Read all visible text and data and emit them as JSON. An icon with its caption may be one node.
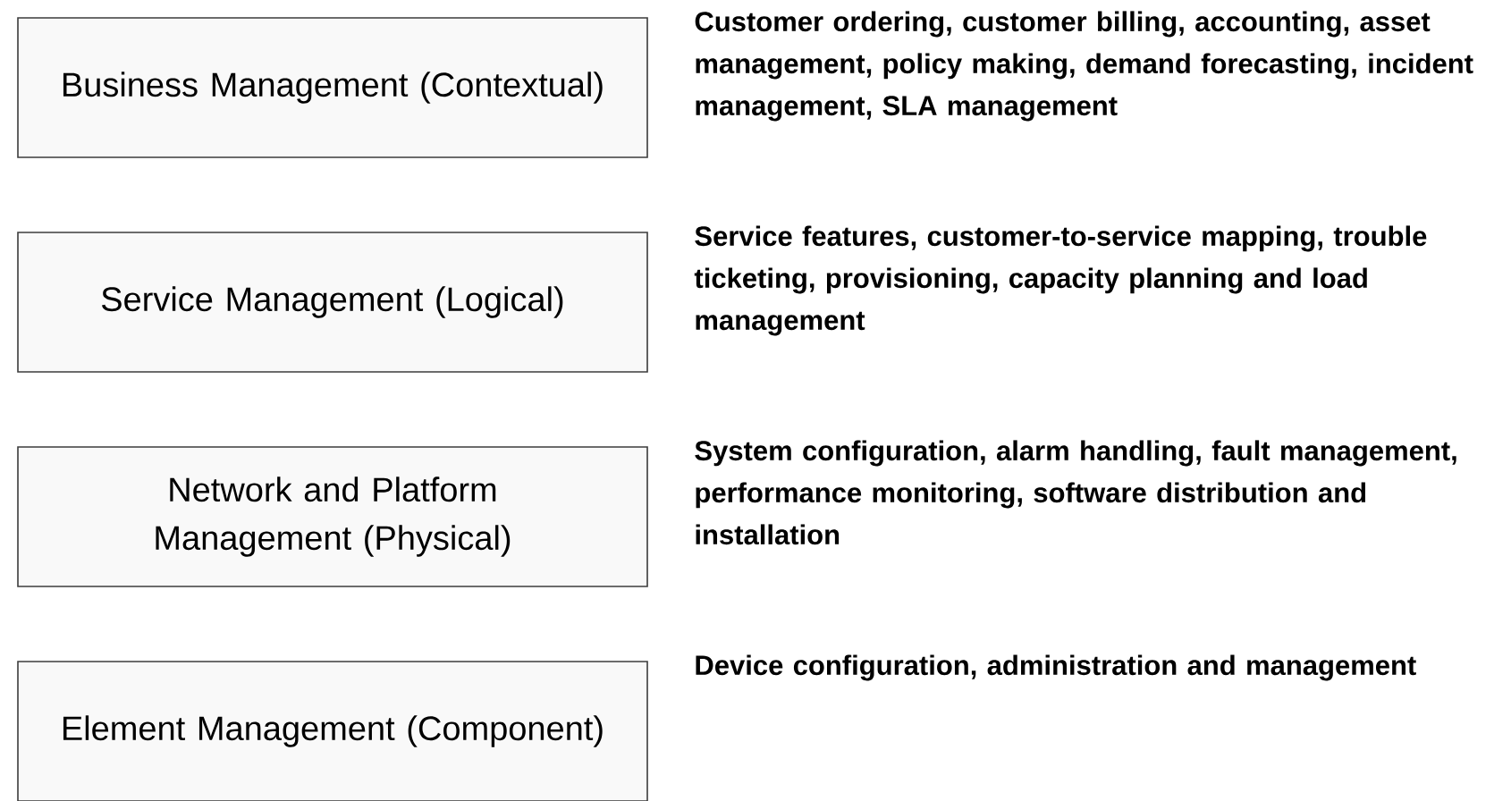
{
  "diagram": {
    "nodes": [
      {
        "text": [
          "Business Management (Contextual)"
        ],
        "beside": [
          "Customer ordering, customer billing, accounting, asset management, policy making, demand forecasting, incident management, SLA management"
        ]
      },
      {
        "text": [
          "Service Management (Logical)"
        ],
        "beside": [
          "Service features, customer-to-service mapping, trouble ticketing, provisioning, capacity planning and load management"
        ]
      },
      {
        "text": [
          "Network and Platform Management (Physical)"
        ],
        "beside": [
          "System configuration, alarm handling, fault management, performance monitoring, software distribution and installation"
        ]
      },
      {
        "text": [
          "Element Management (Component)"
        ],
        "beside": [
          "Device configuration, administration and management"
        ]
      }
    ]
  }
}
